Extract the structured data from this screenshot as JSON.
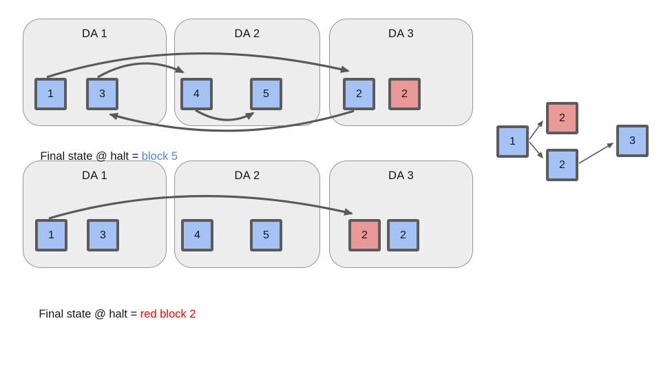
{
  "colors": {
    "background": "#ffffff",
    "container_fill": "#ededed",
    "container_border": "#959595",
    "block_blue": "#a4c2f4",
    "block_red": "#ea9999",
    "block_border": "#5b5b5b",
    "arrow": "#595959",
    "caption_blue": "#4a86e8",
    "caption_red": "#ff0000"
  },
  "scenarios": [
    {
      "containers": [
        {
          "label": "DA 1",
          "blocks": [
            {
              "value": "1",
              "color": "blue"
            },
            {
              "value": "3",
              "color": "blue"
            }
          ]
        },
        {
          "label": "DA 2",
          "blocks": [
            {
              "value": "4",
              "color": "blue"
            },
            {
              "value": "5",
              "color": "blue"
            }
          ]
        },
        {
          "label": "DA 3",
          "blocks": [
            {
              "value": "2",
              "color": "blue"
            },
            {
              "value": "2",
              "color": "red"
            }
          ]
        }
      ],
      "arrows": [
        {
          "from": "block-1",
          "to": "blue-block-2"
        },
        {
          "from": "block-3",
          "to": "block-4"
        },
        {
          "from": "block-4",
          "to": "block-5"
        },
        {
          "from": "blue-block-2",
          "to": "block-3"
        }
      ],
      "caption_prefix": "Final state @ halt = ",
      "caption_value": "block 5",
      "caption_value_color": "blue"
    },
    {
      "containers": [
        {
          "label": "DA 1",
          "blocks": [
            {
              "value": "1",
              "color": "blue"
            },
            {
              "value": "3",
              "color": "blue"
            }
          ]
        },
        {
          "label": "DA 2",
          "blocks": [
            {
              "value": "4",
              "color": "blue"
            },
            {
              "value": "5",
              "color": "blue"
            }
          ]
        },
        {
          "label": "DA 3",
          "blocks": [
            {
              "value": "2",
              "color": "red"
            },
            {
              "value": "2",
              "color": "blue"
            }
          ]
        }
      ],
      "arrows": [
        {
          "from": "block-1",
          "to": "red-block-2"
        }
      ],
      "caption_prefix": "Final state @ halt = ",
      "caption_value": "red block 2",
      "caption_value_color": "red"
    }
  ],
  "dag": {
    "nodes": [
      {
        "id": "1",
        "value": "1",
        "color": "blue"
      },
      {
        "id": "2-red",
        "value": "2",
        "color": "red"
      },
      {
        "id": "2-blue",
        "value": "2",
        "color": "blue"
      },
      {
        "id": "3",
        "value": "3",
        "color": "blue"
      }
    ],
    "edges": [
      {
        "from": "1",
        "to": "2-red"
      },
      {
        "from": "1",
        "to": "2-blue"
      },
      {
        "from": "2-blue",
        "to": "3"
      }
    ]
  }
}
